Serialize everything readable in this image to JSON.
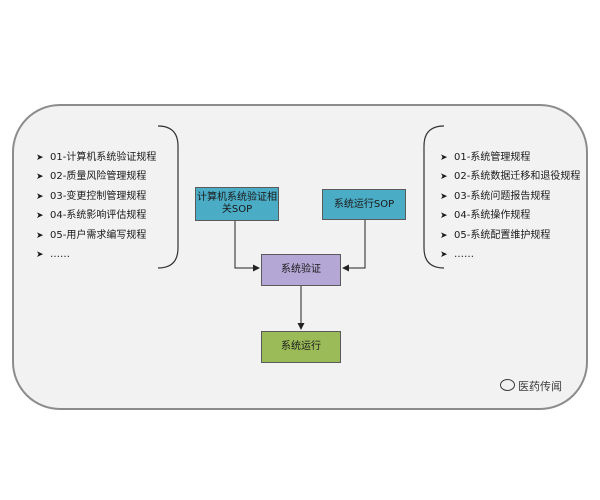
{
  "left_list": [
    "01-计算机系统验证规程",
    "02-质量风险管理规程",
    "03-变更控制管理规程",
    "04-系统影响评估规程",
    "05-用户需求编写规程",
    "……"
  ],
  "right_list": [
    "01-系统管理规程",
    "02-系统数据迁移和退役规程",
    "03-系统问题报告规程",
    "04-系统操作规程",
    "05-系统配置维护规程",
    "……"
  ],
  "boxes": {
    "sop_cv": "计算机系统验证相关SOP",
    "sop_op": "系统运行SOP",
    "validation": "系统验证",
    "operation": "系统运行"
  },
  "watermark": "医药传闻",
  "colors": {
    "sop_box": "#4bacc6",
    "validation_box": "#b4a7d6",
    "operation_box": "#9bbb59",
    "panel": "#f2f2f2"
  }
}
